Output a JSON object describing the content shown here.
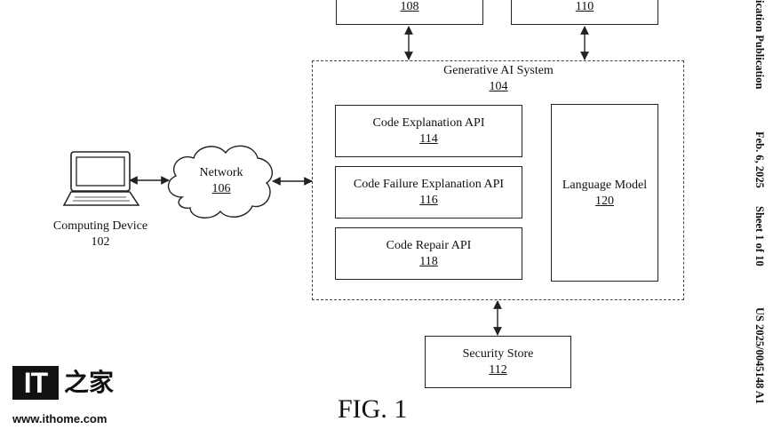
{
  "nodes": {
    "top_left_ref": "108",
    "top_right_ref": "110",
    "genai": {
      "title": "Generative AI System",
      "ref": "104"
    },
    "code_explanation": {
      "title": "Code Explanation API",
      "ref": "114"
    },
    "code_failure": {
      "title": "Code Failure Explanation API",
      "ref": "116"
    },
    "code_repair": {
      "title": "Code Repair API",
      "ref": "118"
    },
    "language_model": {
      "title": "Language Model",
      "ref": "120"
    },
    "network": {
      "title": "Network",
      "ref": "106"
    },
    "computing_device": {
      "title": "Computing Device",
      "ref": "102"
    },
    "security_store": {
      "title": "Security Store",
      "ref": "112"
    }
  },
  "figure_label": "FIG. 1",
  "side_text": {
    "part1": "ication Publication",
    "part2": "Feb. 6, 2025",
    "part3": "Sheet 1 of 10",
    "part4": "US 2025/0045148 A1"
  },
  "watermark": {
    "logo_it": "IT",
    "logo_cn": "之家",
    "url": "www.ithome.com"
  },
  "colors": {
    "line": "#222222",
    "background": "#ffffff"
  }
}
